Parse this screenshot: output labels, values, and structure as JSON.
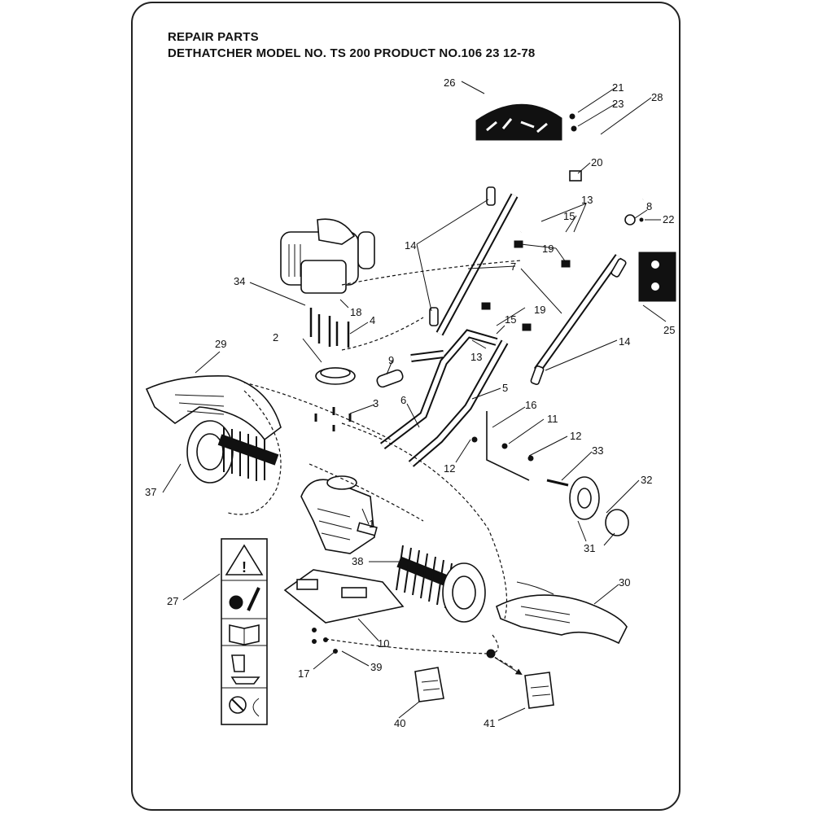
{
  "header": {
    "line1": "REPAIR PARTS",
    "line2": "DETHATCHER MODEL NO. TS 200 PRODUCT NO.106 23 12-78"
  },
  "callouts": {
    "c1": "1",
    "c2": "2",
    "c3": "3",
    "c4": "4",
    "c5": "5",
    "c6": "6",
    "c7": "7",
    "c8": "8",
    "c9": "9",
    "c10": "10",
    "c11": "11",
    "c12a": "12",
    "c12b": "12",
    "c13a": "13",
    "c13b": "13",
    "c14a": "14",
    "c14b": "14",
    "c15a": "15",
    "c15b": "15",
    "c16": "16",
    "c17": "17",
    "c18": "18",
    "c19a": "19",
    "c19b": "19",
    "c20": "20",
    "c21": "21",
    "c22": "22",
    "c23": "23",
    "c25": "25",
    "c26": "26",
    "c27": "27",
    "c28": "28",
    "c29": "29",
    "c30": "30",
    "c31": "31",
    "c32": "32",
    "c33": "33",
    "c34": "34",
    "c37": "37",
    "c38": "38",
    "c39": "39",
    "c40": "40",
    "c41": "41"
  },
  "icons": [
    "warning-triangle-icon",
    "rotating-blade-icon",
    "manual-book-icon",
    "hand-hazard-icon",
    "no-children-icon"
  ]
}
